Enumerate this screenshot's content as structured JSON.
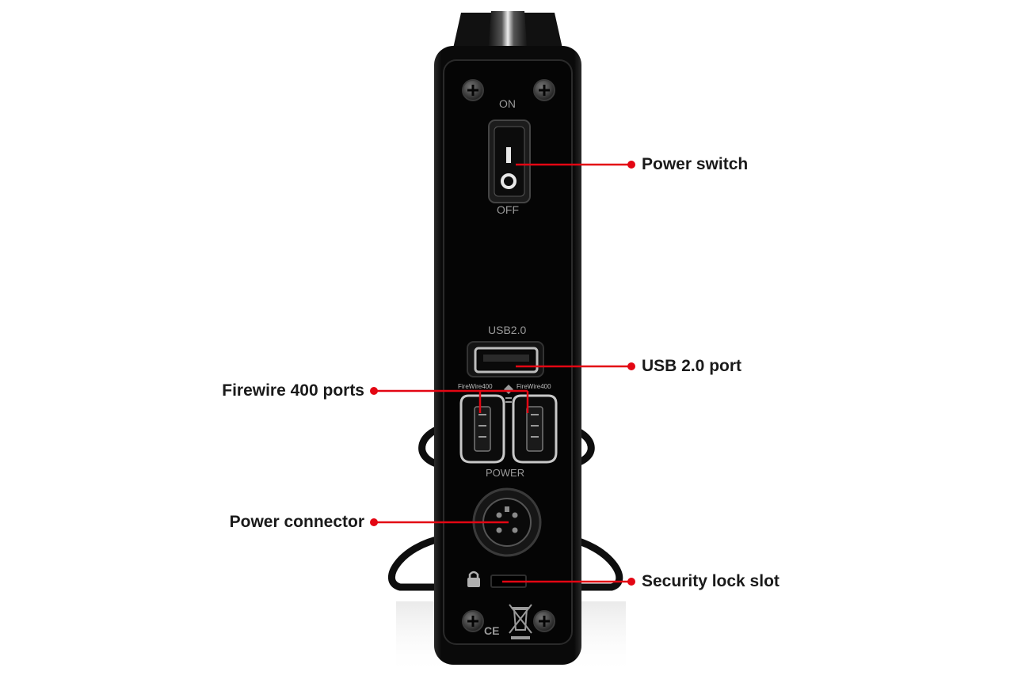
{
  "device": {
    "switch_on_label": "ON",
    "switch_off_label": "OFF",
    "switch_mark_on": "I",
    "switch_mark_off": "O",
    "usb_label": "USB2.0",
    "firewire_left_label": "FireWire400",
    "firewire_right_label": "FireWire400",
    "power_label": "POWER",
    "ce_mark": "CE"
  },
  "callouts": {
    "power_switch": "Power switch",
    "usb_port": "USB 2.0 port",
    "firewire_ports": "Firewire 400 ports",
    "power_connector": "Power connector",
    "security_lock": "Security lock slot"
  },
  "colors": {
    "callout_red": "#e30613",
    "body_black": "#0b0b0b",
    "panel_text_gray": "#9a9a9a"
  }
}
